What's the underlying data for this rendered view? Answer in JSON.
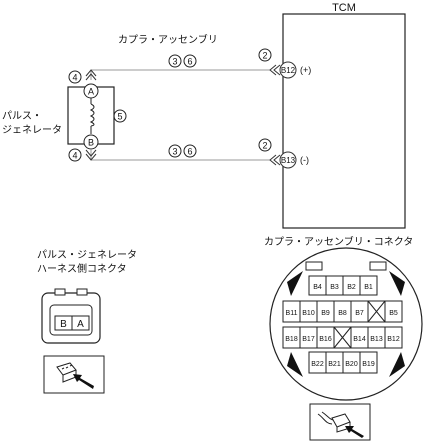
{
  "tcm": {
    "title": "TCM"
  },
  "harness": {
    "assembly_label": "カプラ・アッセンブリ",
    "wire_markers": {
      "top_left": "4",
      "bottom_left": "4",
      "top_mid_a": "3",
      "top_mid_b": "6",
      "bot_mid_a": "3",
      "bot_mid_b": "6",
      "top_right": "2",
      "bot_right": "2",
      "coil": "5"
    }
  },
  "sensor": {
    "label_line1": "パルス・",
    "label_line2": "ジェネレータ",
    "pin_a": "A",
    "pin_b": "B"
  },
  "terminals": {
    "b12": {
      "name": "B12",
      "polarity": "(+)"
    },
    "b13": {
      "name": "B13",
      "polarity": "(-)"
    }
  },
  "harness_connector": {
    "title_line1": "パルス・ジェネレータ",
    "title_line2": "ハーネス側コネクタ",
    "pins": [
      "B",
      "A"
    ]
  },
  "assembly_connector": {
    "title": "カプラ・アッセンブリ・コネクタ",
    "row1": [
      "B4",
      "B3",
      "B2",
      "B1"
    ],
    "row2": [
      "B11",
      "B10",
      "B9",
      "B8",
      "B7",
      "",
      "B5"
    ],
    "row3": [
      "B18",
      "B17",
      "B16",
      "",
      "B14",
      "B13",
      "B12"
    ],
    "row4": [
      "B22",
      "B21",
      "B20",
      "B19"
    ]
  }
}
